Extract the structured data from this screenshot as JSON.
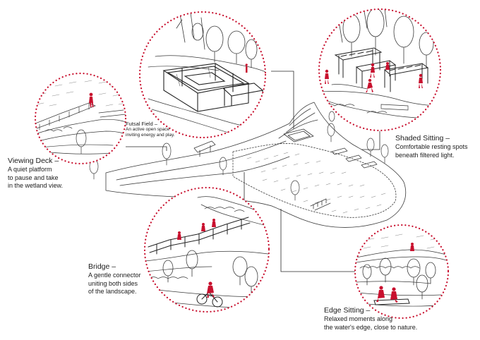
{
  "callouts": {
    "viewing_deck": {
      "title": "Viewing Deck –",
      "lines": [
        "A quiet platform",
        "to pause and take",
        "in the wetland view."
      ]
    },
    "futsal_field": {
      "title": "Futsal Field –",
      "lines": [
        "An active open space",
        "inviting energy and play."
      ]
    },
    "shaded_sitting": {
      "title": "Shaded Sitting –",
      "lines": [
        "Comfortable resting spots",
        "beneath filtered light."
      ]
    },
    "bridge": {
      "title": "Bridge –",
      "lines": [
        "A gentle connector",
        "uniting both sides",
        "of the landscape."
      ]
    },
    "edge_sitting": {
      "title": "Edge Sitting –",
      "lines": [
        "Relaxed moments along",
        "the water's edge, close to nature."
      ]
    }
  },
  "colors": {
    "ink": "#2a2a2a",
    "accent": "#c8102e",
    "paper": "#ffffff"
  }
}
